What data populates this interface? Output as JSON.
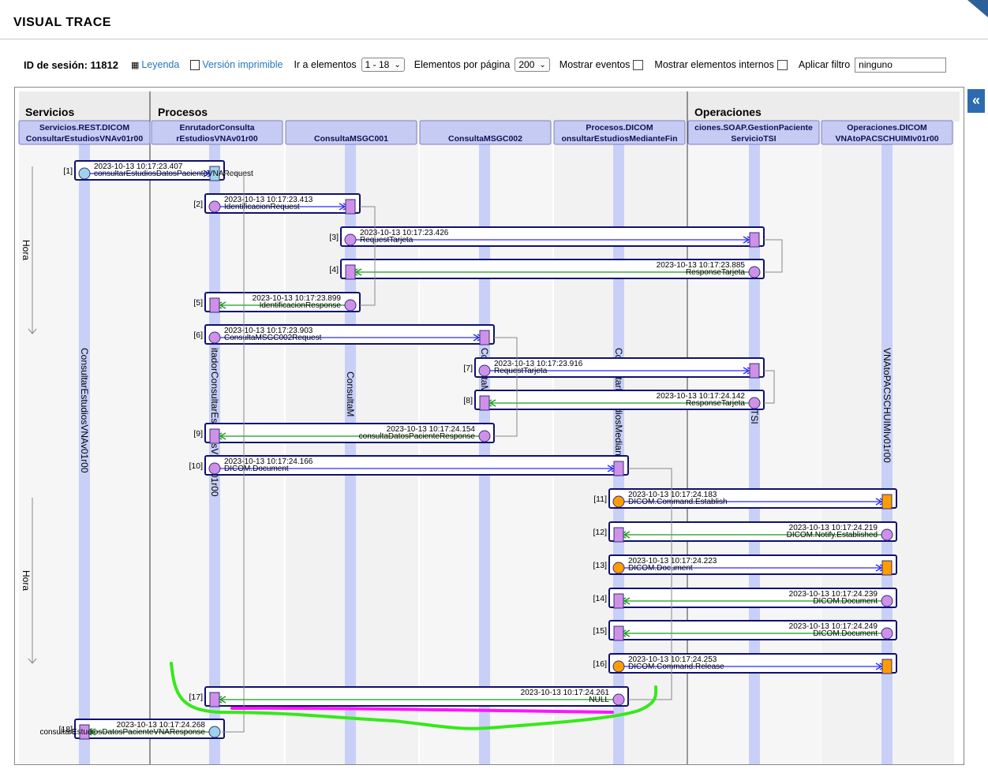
{
  "page": {
    "title": "VISUAL TRACE"
  },
  "toolbar": {
    "session_label": "ID de sesión: 11812",
    "legend_link": "Leyenda",
    "print_link": "Versión imprimible",
    "goto_label": "Ir a elementos",
    "goto_value": "1 - 18",
    "per_page_label": "Elementos por página",
    "per_page_value": "200",
    "show_events_label": "Mostrar eventos",
    "show_internal_label": "Mostrar elementos internos",
    "filter_label": "Aplicar filtro",
    "filter_value": "ninguno",
    "collapse_glyph": "«"
  },
  "colors": {
    "lifeline": "#c8d0f8",
    "header_bg": "#c6cbf4",
    "request_arrow": "#2a2aff",
    "response_arrow": "#1a9a1a",
    "box_border": "#101070",
    "node_violet": "#d090e8",
    "node_blue": "#9fd3ea",
    "node_orange": "#ff9d00",
    "annotation_green": "#36e81a",
    "annotation_magenta": "#ff14ff"
  },
  "groups": [
    {
      "id": "services",
      "label": "Servicios"
    },
    {
      "id": "processes",
      "label": "Procesos"
    },
    {
      "id": "operations",
      "label": "Operaciones"
    }
  ],
  "columns": [
    {
      "group": "services",
      "line1": "Servicios.REST.DICOM",
      "line2": "ConsultarEstudiosVNAv01r00",
      "lane": "ConsultarEstudiosVNAv01r00",
      "lane_shown": "ConsultarEstudiosVNAv01r00"
    },
    {
      "group": "processes",
      "line1": "EnrutadorConsulta",
      "line2": "rEstudiosVNAv01r00",
      "lane": "EnrutadorConsultarEstudiosVNAv01r00",
      "lane_shown": "itadorConsultarEstudiosVNAv01r00"
    },
    {
      "group": "processes",
      "line1": "",
      "line2": "ConsultaMSGC001",
      "lane": "ConsultaMSGC001",
      "lane_shown": "ConsultaM"
    },
    {
      "group": "processes",
      "line1": "",
      "line2": "ConsultaMSGC002",
      "lane": "ConsultaMSGC002",
      "lane_shown": "ConsultaM"
    },
    {
      "group": "processes",
      "line1": "Procesos.DICOM",
      "line2": "onsultarEstudiosMedianteFin",
      "lane": "ConsultarEstudiosMedianteFin",
      "lane_shown": "ConsultarEstudiosMedianteFin"
    },
    {
      "group": "operations",
      "line1": "ciones.SOAP.GestionPaciente",
      "line2": "ServicioTSI",
      "lane": "ServicioTSI",
      "lane_shown": "icioTSI"
    },
    {
      "group": "operations",
      "line1": "Operaciones.DICOM",
      "line2": "VNAtoPACSCHUIMIv01r00",
      "lane": "VNAtoPACSCHUIMIv01r00",
      "lane_shown": "VNAtoPACSCHUIMIv01r00"
    }
  ],
  "time_axis": [
    {
      "label": "Hora"
    },
    {
      "label": "Hora"
    }
  ],
  "messages": [
    {
      "n": "[1]",
      "from": 0,
      "to": 1,
      "ts": "2023-10-13 10:17:23.407",
      "name": "consultarEstudiosDatosPacienteVNARequest",
      "kind": "request",
      "node": "blue"
    },
    {
      "n": "[2]",
      "from": 1,
      "to": 2,
      "ts": "2023-10-13 10:17:23.413",
      "name": "IdentificacionRequest",
      "kind": "request",
      "node": "violet"
    },
    {
      "n": "[3]",
      "from": 2,
      "to": 5,
      "ts": "2023-10-13 10:17:23.426",
      "name": "RequestTarjeta",
      "kind": "request",
      "node": "violet"
    },
    {
      "n": "[4]",
      "from": 5,
      "to": 2,
      "ts": "2023-10-13 10:17:23.885",
      "name": "ResponseTarjeta",
      "kind": "response",
      "node": "violet"
    },
    {
      "n": "[5]",
      "from": 2,
      "to": 1,
      "ts": "2023-10-13 10:17:23.899",
      "name": "IdentificacionResponse",
      "kind": "response",
      "node": "violet"
    },
    {
      "n": "[6]",
      "from": 1,
      "to": 3,
      "ts": "2023-10-13 10:17:23.903",
      "name": "ConsultaMSGC002Request",
      "kind": "request",
      "node": "violet"
    },
    {
      "n": "[7]",
      "from": 3,
      "to": 5,
      "ts": "2023-10-13 10:17:23.916",
      "name": "RequestTarjeta",
      "kind": "request",
      "node": "violet"
    },
    {
      "n": "[8]",
      "from": 5,
      "to": 3,
      "ts": "2023-10-13 10:17:24.142",
      "name": "ResponseTarjeta",
      "kind": "response",
      "node": "violet"
    },
    {
      "n": "[9]",
      "from": 3,
      "to": 1,
      "ts": "2023-10-13 10:17:24.154",
      "name": "consultaDatosPacienteResponse",
      "kind": "response",
      "node": "violet"
    },
    {
      "n": "[10]",
      "from": 1,
      "to": 4,
      "ts": "2023-10-13 10:17:24.166",
      "name": "DICOM.Document",
      "kind": "request",
      "node": "violet"
    },
    {
      "n": "[11]",
      "from": 4,
      "to": 6,
      "ts": "2023-10-13 10:17:24.183",
      "name": "DICOM.Command.Establish",
      "kind": "request",
      "node": "orange"
    },
    {
      "n": "[12]",
      "from": 6,
      "to": 4,
      "ts": "2023-10-13 10:17:24.219",
      "name": "DICOM.Notify.Established",
      "kind": "response",
      "node": "violet"
    },
    {
      "n": "[13]",
      "from": 4,
      "to": 6,
      "ts": "2023-10-13 10:17:24.223",
      "name": "DICOM.Document",
      "kind": "request",
      "node": "orange"
    },
    {
      "n": "[14]",
      "from": 6,
      "to": 4,
      "ts": "2023-10-13 10:17:24.239",
      "name": "DICOM.Document",
      "kind": "response",
      "node": "violet"
    },
    {
      "n": "[15]",
      "from": 6,
      "to": 4,
      "ts": "2023-10-13 10:17:24.249",
      "name": "DICOM.Document",
      "kind": "response",
      "node": "violet"
    },
    {
      "n": "[16]",
      "from": 4,
      "to": 6,
      "ts": "2023-10-13 10:17:24.253",
      "name": "DICOM.Command.Release",
      "kind": "request",
      "node": "orange"
    },
    {
      "n": "[17]",
      "from": 4,
      "to": 1,
      "ts": "2023-10-13 10:17:24.261",
      "name": "NULL",
      "kind": "response",
      "node": "violet"
    },
    {
      "n": "[18]",
      "from": 1,
      "to": 0,
      "ts": "2023-10-13 10:17:24.268",
      "name": "consultarEstudiosDatosPacienteVNAResponse",
      "kind": "response",
      "node": "blue"
    }
  ]
}
